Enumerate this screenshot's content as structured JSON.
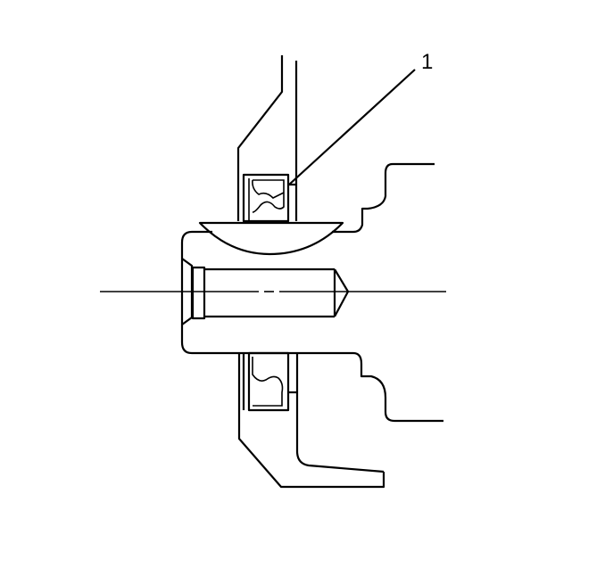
{
  "diagram": {
    "type": "technical cross-section line drawing",
    "subject": "shaft seal installed in housing bore around shaft",
    "callouts": [
      {
        "id": "1",
        "label": "1",
        "points_to": "seal"
      }
    ],
    "colors": {
      "line": "#000000",
      "background": "#ffffff"
    }
  }
}
